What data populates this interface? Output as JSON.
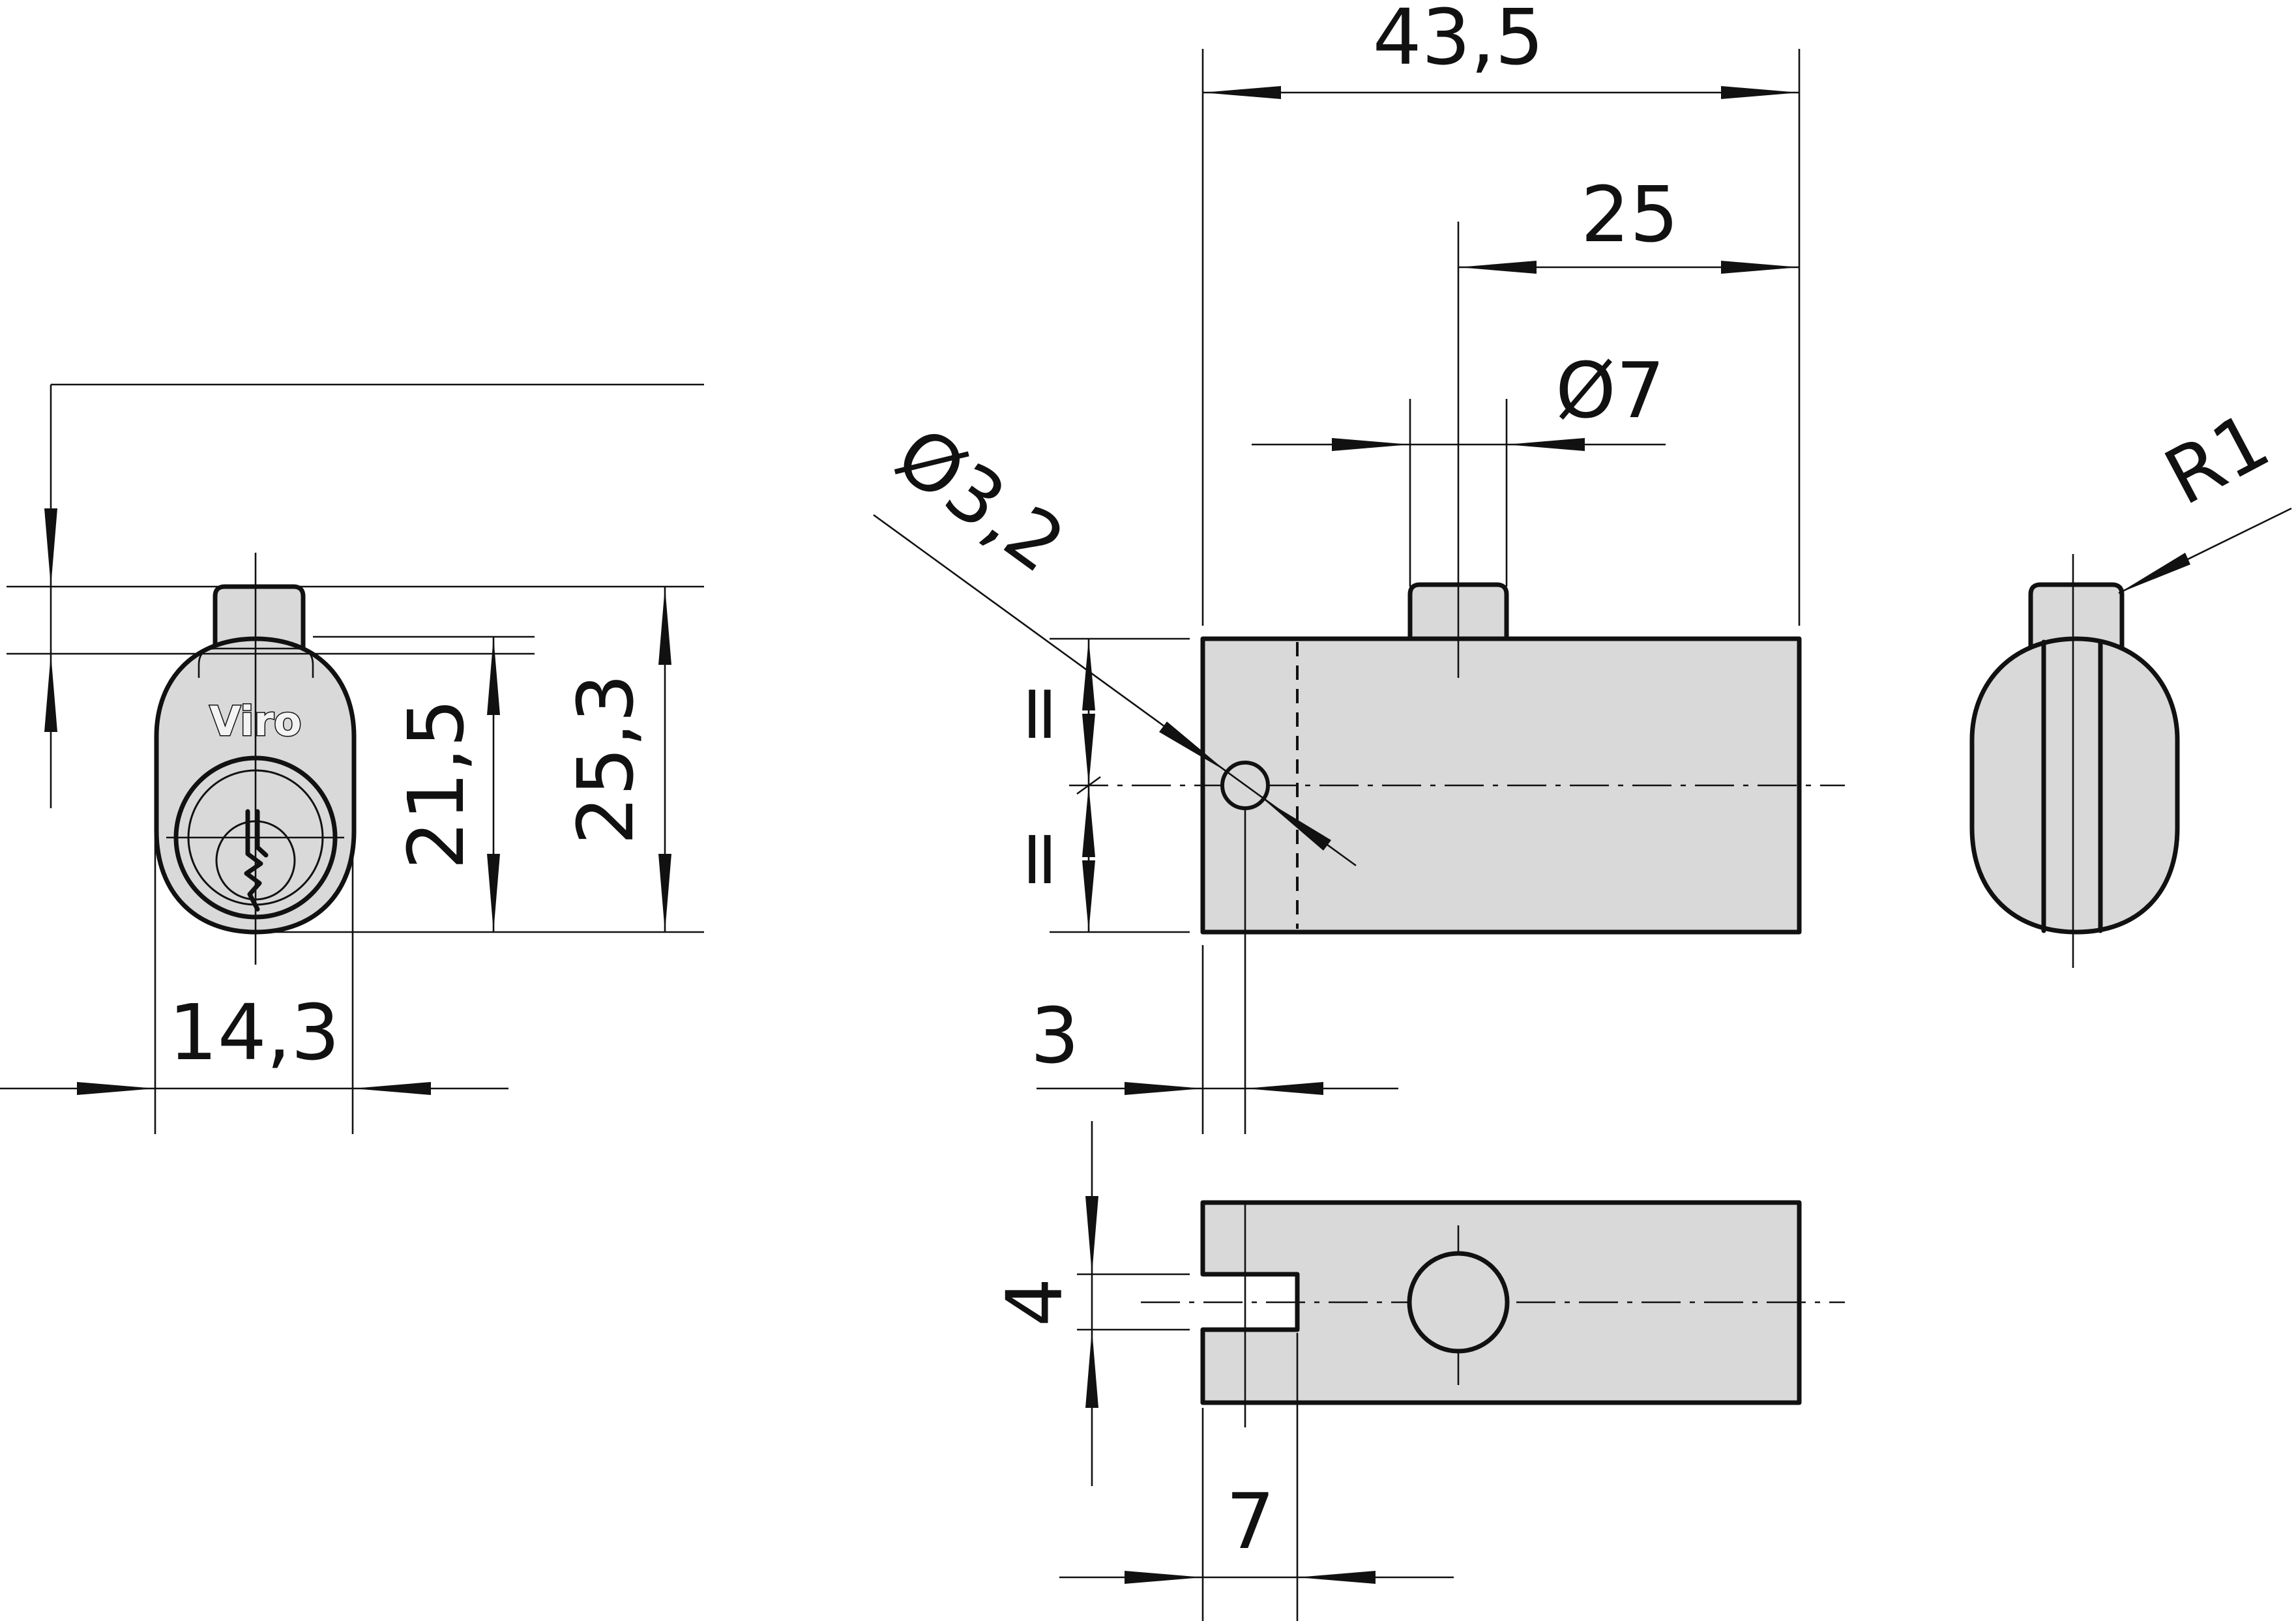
{
  "drawing": {
    "brand": "Viro",
    "dimensions": {
      "overall_length": "43,5",
      "pin_offset": "25",
      "pin_diameter": "Ø7",
      "hole_diameter": "Ø3,2",
      "corner_radius": "R1",
      "height_body": "21,5",
      "height_total": "25,3",
      "width_front": "14,3",
      "hole_offset": "3",
      "slot_width": "4",
      "slot_depth": "7",
      "equal_mark_top": "=",
      "equal_mark_bottom": "="
    }
  },
  "colors": {
    "part_fill": "#d9d9d9",
    "line": "#111111"
  }
}
